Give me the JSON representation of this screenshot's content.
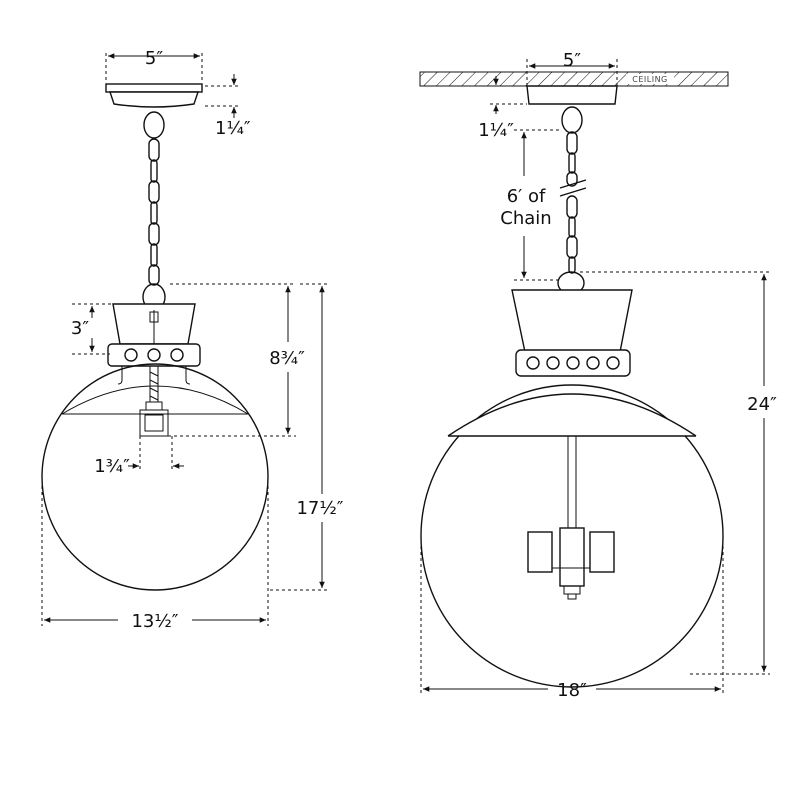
{
  "left_view": {
    "canopy_width": "5″",
    "canopy_height": "1¼″",
    "collar_height": "3″",
    "collar_to_shade": "8¾″",
    "socket_width": "1¾″",
    "overall_height": "17½″",
    "globe_width": "13½″"
  },
  "right_view": {
    "canopy_width": "5″",
    "ceiling_label": "CEILING",
    "canopy_height": "1¼″",
    "chain_line1": "6′ of",
    "chain_line2": "Chain",
    "overall_height": "24″",
    "globe_width": "18″"
  },
  "colors": {
    "line": "#111111",
    "background": "#ffffff"
  }
}
